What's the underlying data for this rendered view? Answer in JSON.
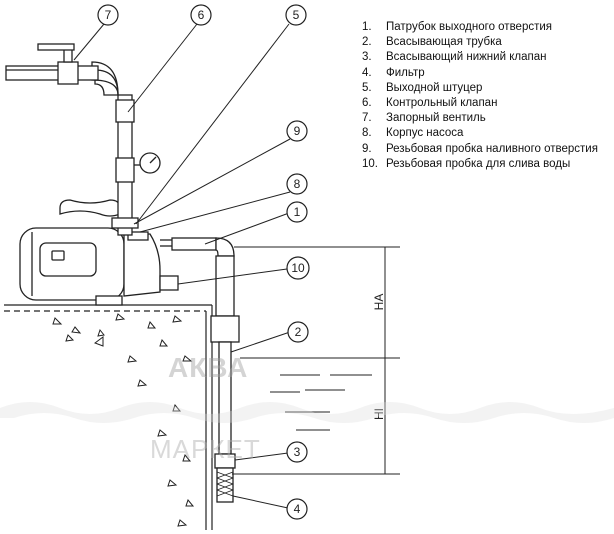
{
  "legend": [
    {
      "num": "1.",
      "text": "Патрубок выходного отверстия"
    },
    {
      "num": "2.",
      "text": "Всасывающая трубка"
    },
    {
      "num": "3.",
      "text": "Всасывающий нижний клапан"
    },
    {
      "num": "4.",
      "text": "Фильтр"
    },
    {
      "num": "5.",
      "text": "Выходной штуцер"
    },
    {
      "num": "6.",
      "text": "Контрольный клапан"
    },
    {
      "num": "7.",
      "text": "Запорный вентиль"
    },
    {
      "num": "8.",
      "text": "Корпус насоса"
    },
    {
      "num": "9.",
      "text": "Резьбовая пробка наливного отверстия"
    },
    {
      "num": "10.",
      "text": "Резьбовая пробка для слива воды"
    }
  ],
  "callouts": {
    "c1": "1",
    "c2": "2",
    "c3": "3",
    "c4": "4",
    "c5": "5",
    "c6": "6",
    "c7": "7",
    "c8": "8",
    "c9": "9",
    "c10": "10"
  },
  "levels": {
    "ha": "HA",
    "hi": "HI"
  },
  "watermark": {
    "line1": "АКВА",
    "line2": "МАРКЕТ"
  }
}
